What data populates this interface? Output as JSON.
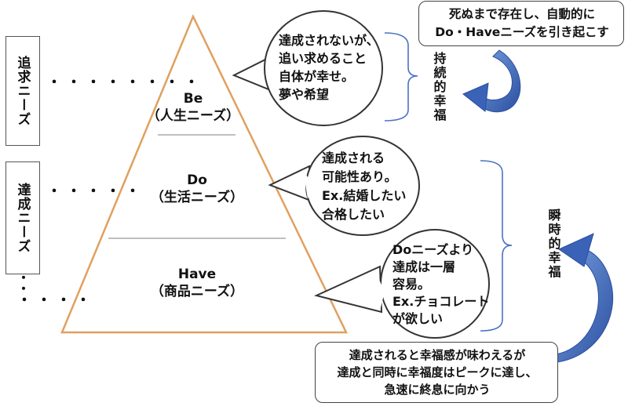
{
  "levels": [
    {
      "id": "be",
      "name": "Be",
      "sub": "（人生ニーズ）"
    },
    {
      "id": "do",
      "name": "Do",
      "sub": "（生活ニーズ）"
    },
    {
      "id": "have",
      "name": "Have",
      "sub": "（商品ニーズ）"
    }
  ],
  "side_labels": {
    "pursuit": "追求ニーズ",
    "achieve": "達成ニーズ"
  },
  "bubbles": {
    "be": [
      "達成されないが、",
      "追い求めること",
      "自体が幸せ。",
      "夢や希望"
    ],
    "do": [
      "達成される",
      "可能性あり。",
      "Ex.結婚したい",
      "合格したい"
    ],
    "have": [
      "Doニーズより",
      "達成は一層",
      "容易。",
      "Ex.チョコレート",
      "が欲しい"
    ]
  },
  "happiness": {
    "lasting": "持続的幸福",
    "momentary": "瞬時的幸福"
  },
  "notes": {
    "top": [
      "死ぬまで存在し、自動的に",
      "Do・Haveニーズを引き起こす"
    ],
    "bottom": [
      "達成されると幸福感が味わえるが",
      "達成と同時に幸福度はピークに達し、",
      "急速に終息に向かう"
    ]
  },
  "colors": {
    "triangle": "#e0a060",
    "arrow": "#3a63b8",
    "bracket": "#4a72c4"
  }
}
